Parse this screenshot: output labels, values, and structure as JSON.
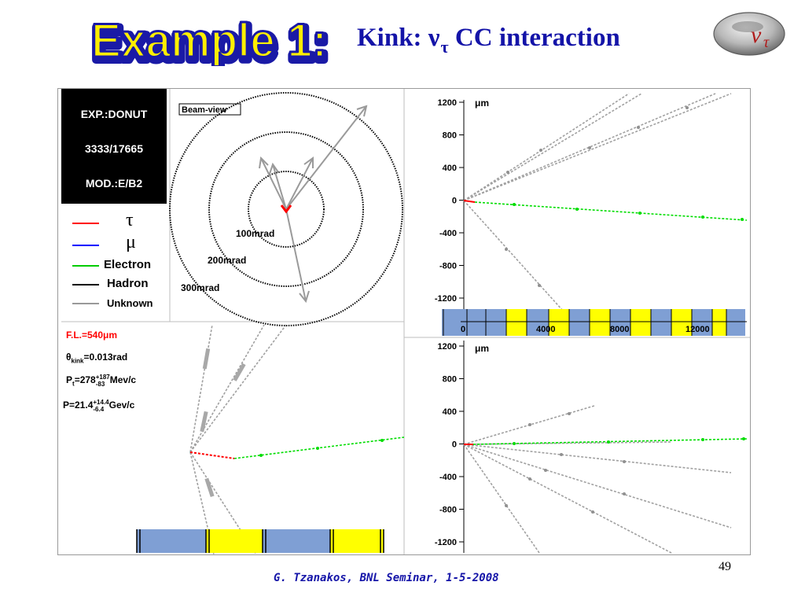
{
  "header": {
    "example_title": "Example 1:",
    "subtitle_main": "Kink: ν",
    "subtitle_sub": "τ",
    "subtitle_rest": " CC interaction"
  },
  "logo": {
    "symbol": "ν",
    "sub": "τ"
  },
  "event_box": {
    "experiment": "EXP.:DONUT",
    "event_id": "3333/17665",
    "module": "MOD.:E/B2"
  },
  "legend": [
    {
      "label": "τ",
      "color": "#ff0000"
    },
    {
      "label": "μ",
      "color": "#0000ff"
    },
    {
      "label": "Electron",
      "color": "#00cc00"
    },
    {
      "label": "Hadron",
      "color": "#000000"
    },
    {
      "label": "Unknown",
      "color": "#999999"
    }
  ],
  "beam_view": {
    "label": "Beam-view",
    "rings": [
      {
        "label": "100mrad",
        "value": 100
      },
      {
        "label": "200mrad",
        "value": 200
      },
      {
        "label": "300mrad",
        "value": 300
      }
    ]
  },
  "kink_info": {
    "flight_length": "F.L.=540μm",
    "theta_prefix": "θ",
    "theta_sub": "kink",
    "theta_rest": "=0.013rad",
    "pt_prefix": "P",
    "pt_sub": "t",
    "pt_value": "=278",
    "pt_up": "+187",
    "pt_down": "-83",
    "pt_unit": "Mev/c",
    "p_prefix": "P=21.4",
    "p_up": "+14.4",
    "p_down": "-6.4",
    "p_unit": "Gev/c"
  },
  "plots": {
    "top": {
      "unit": "μm",
      "y_ticks": [
        "1200",
        "800",
        "400",
        "0",
        "-400",
        "-800",
        "-1200"
      ],
      "x_ticks": [
        "0",
        "4000",
        "8000",
        "12000"
      ]
    },
    "bottom": {
      "unit": "μm",
      "y_ticks": [
        "1200",
        "800",
        "400",
        "0",
        "-400",
        "-800",
        "-1200"
      ]
    }
  },
  "colors": {
    "title_yellow": "#ffee00",
    "title_blue": "#1a1aa6",
    "plate_blue": "#7f9fd4",
    "plate_yellow": "#ffff00",
    "electron": "#00dd00",
    "tau": "#ff0000",
    "unknown": "#a0a0a0"
  },
  "page_number": "49",
  "footer": "G. Tzanakos, BNL Seminar, 1-5-2008"
}
